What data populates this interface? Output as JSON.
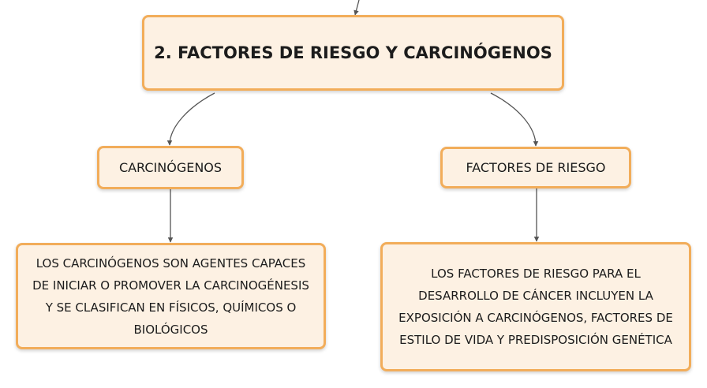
{
  "diagram": {
    "main_node": {
      "label": "2. FACTORES DE RIESGO Y CARCINÓGENOS"
    },
    "branches": [
      {
        "label": "CARCINÓGENOS",
        "description": "LOS CARCINÓGENOS SON AGENTES CAPACES DE INICIAR O PROMOVER LA CARCINOGÉNESIS Y SE CLASIFICAN EN FÍSICOS, QUÍMICOS O BIOLÓGICOS"
      },
      {
        "label": "FACTORES DE RIESGO",
        "description": "LOS FACTORES DE RIESGO PARA EL DESARROLLO DE CÁNCER INCLUYEN LA EXPOSICIÓN A CARCINÓGENOS, FACTORES DE ESTILO DE VIDA Y PREDISPOSICIÓN GENÉTICA"
      }
    ]
  },
  "colors": {
    "node_fill": "#fdf1e3",
    "node_border": "#f2ad5a",
    "connector": "#555555"
  }
}
